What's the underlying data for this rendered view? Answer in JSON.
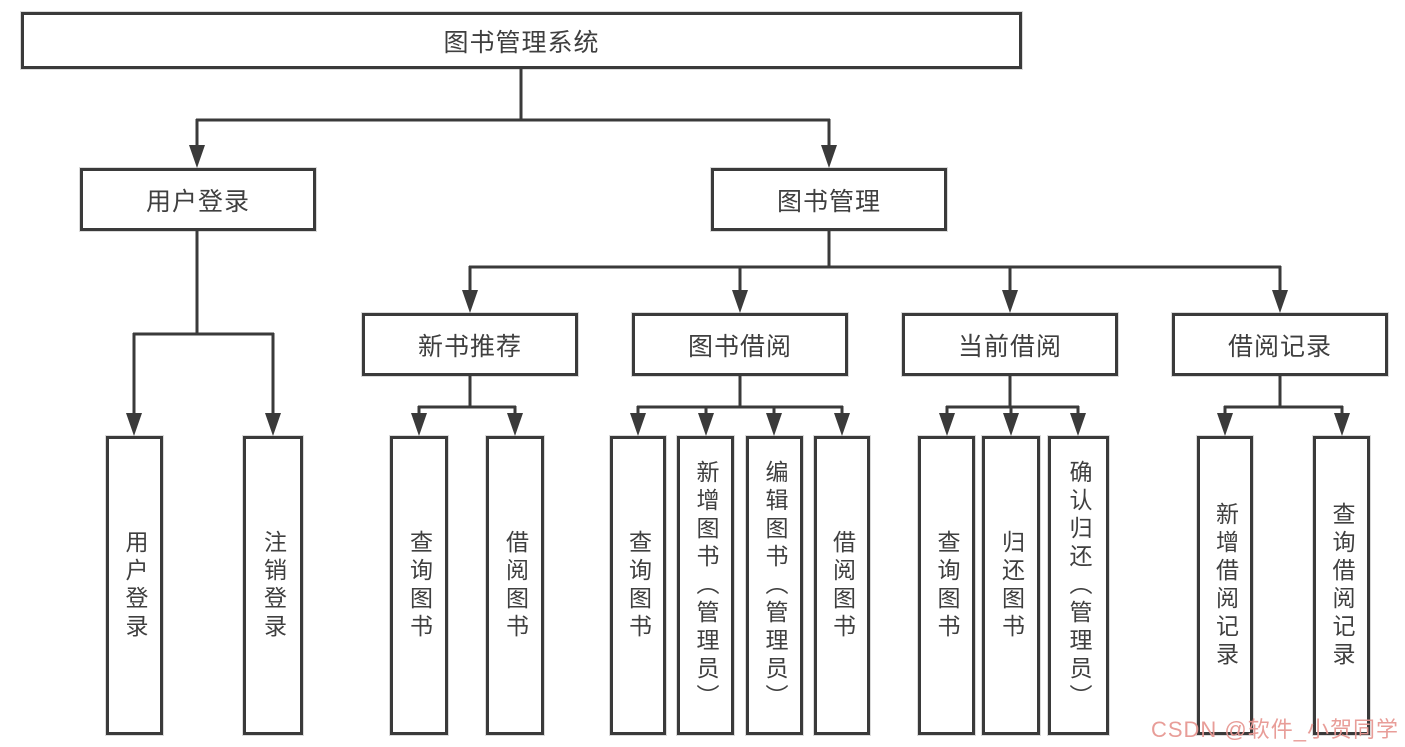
{
  "colors": {
    "line": "#3a3a3a",
    "text": "#3f3f3f",
    "background": "#ffffff",
    "watermark": "#e79892"
  },
  "tree": {
    "label": "图书管理系统",
    "children": [
      {
        "label": "用户登录",
        "children": [
          {
            "label": "用户登录"
          },
          {
            "label": "注销登录"
          }
        ]
      },
      {
        "label": "图书管理",
        "children": [
          {
            "label": "新书推荐",
            "children": [
              {
                "label": "查询图书"
              },
              {
                "label": "借阅图书"
              }
            ]
          },
          {
            "label": "图书借阅",
            "children": [
              {
                "label": "查询图书"
              },
              {
                "label": "新增图书（管理员）"
              },
              {
                "label": "编辑图书（管理员）"
              },
              {
                "label": "借阅图书"
              }
            ]
          },
          {
            "label": "当前借阅",
            "children": [
              {
                "label": "查询图书"
              },
              {
                "label": "归还图书"
              },
              {
                "label": "确认归还（管理员）"
              }
            ]
          },
          {
            "label": "借阅记录",
            "children": [
              {
                "label": "新增借阅记录"
              },
              {
                "label": "查询借阅记录"
              }
            ]
          }
        ]
      }
    ]
  },
  "watermark": {
    "text": "CSDN @软件_小贺同学"
  }
}
